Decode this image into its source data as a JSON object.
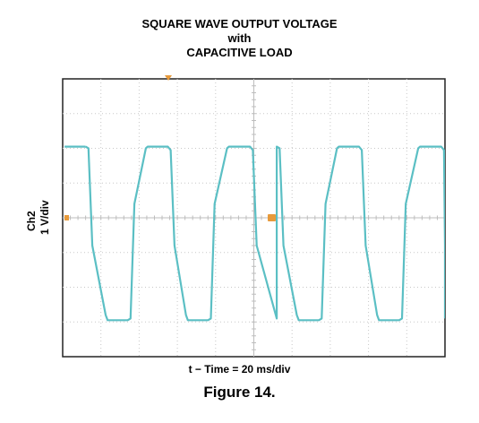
{
  "figure": {
    "title_line1": "SQUARE WAVE OUTPUT VOLTAGE",
    "title_line2": "with",
    "title_line3": "CAPACITIVE LOAD",
    "caption": "Figure 14."
  },
  "chart_data": {
    "type": "line",
    "title": "SQUARE WAVE OUTPUT VOLTAGE with CAPACITIVE LOAD",
    "xlabel": "t − Time = 20 ms/div",
    "ylabel": [
      "Ch2",
      "1 V/div"
    ],
    "x_divisions": 10,
    "y_divisions": 8,
    "xlim": [
      0,
      200
    ],
    "ylim": [
      -4,
      4
    ],
    "x_unit": "ms",
    "y_unit": "V",
    "grid": true,
    "series": [
      {
        "color": "#5bbfc4",
        "x": [
          0,
          1.5,
          3.5,
          10.5,
          11.5,
          22,
          23.5,
          25.5,
          31.5,
          32.5,
          43,
          44.5,
          46.5,
          52.5,
          53.5,
          64,
          65.5,
          67.5,
          74,
          75,
          86,
          87.5,
          89.5,
          100
        ],
        "y": [
          2.05,
          2.0,
          -0.8,
          -2.8,
          -2.95,
          -2.95,
          -2.9,
          0.4,
          2.0,
          2.05,
          2.05,
          1.95,
          -0.8,
          -2.8,
          -2.95,
          -2.95,
          -2.9,
          0.4,
          2.0,
          2.05,
          2.05,
          1.95,
          -0.8,
          -2.9
        ]
      }
    ],
    "x_shift": 12,
    "markers": {
      "trigger_color": "#e79a3b",
      "ground_color": "#e79a3b"
    }
  }
}
